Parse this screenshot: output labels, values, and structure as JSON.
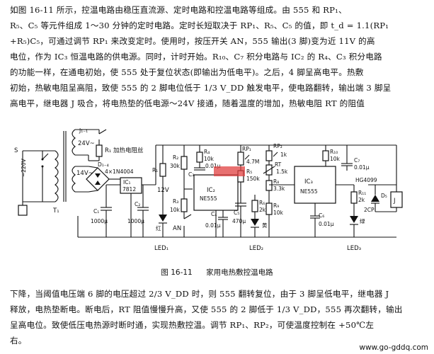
{
  "paragraph_top": [
    "如图 16-11 所示，控温电路由稳压直流源、定时电路和控温电路等组成。由 555 和 RP₁、",
    "R₅、C₅ 等元件组成 1～30 分钟的定时电路。定时长短取决于 RP₁、R₅、C₅ 的值，即 t_d = 1.1(RP₁",
    "+R₅)C₅，可通过调节 RP₁ 来改变定时。使用时，按压开关 AN，555 输出(3 脚)变为近 11V 的高",
    "电位，作为 IC₃ 恒温电路的供电源。同时，计时开始。R₁₀、C₇ 积分电路与 IC₂ 的 R₄、C₃ 积分电路",
    "的功能一样，在通电初始，使 555 处于复位状态(即输出为低电平)。之后，4 脚呈高电平。热敷",
    "初始，热敏电阻呈高阻，致使 555 的 2 脚电位低于 1/3 V_DD 触发电平，使电路翻转，输出端 3 脚呈",
    "高电平，继电器 J 吸合，将电热垫的低电源～24V 接通，随着温度的增加，热敏电阻 RT 的阻值"
  ],
  "caption": {
    "figure_no": "图 16-11",
    "title": "家用电热敷控温电路"
  },
  "paragraph_bottom": [
    "下降，当阈值电压端 6 脚的电压超过 2/3 V_DD 时，则 555 翻转复位，由于 3 脚呈低电平，继电器 J",
    "释放，电热垫断电。断电后，RT 阻值慢慢升高，又使 555 的 2 脚低于 1/3 V_DD，555 再次翻转，输出",
    "呈高电位。致使低压电热源时断时通，实现热敷控温。调节 RP₁、RP₂，可使温度控制在 +50℃左",
    "右。"
  ],
  "watermark": "www.go-gddq.com",
  "schematic": {
    "labels": {
      "mains": "~220V",
      "s": "S",
      "t1": "T₁",
      "j11": "J₁₋₁",
      "v24": "24V~",
      "r1": "R₁",
      "heater": "加热电阻丝",
      "v14": "14V~",
      "d14": "D₁₋₄",
      "d14_part": "4×1N4004",
      "ic1": "IC₁",
      "ic1_part": "7812",
      "c1": "C₁",
      "c1_val": "1000μ",
      "c2": "C₂",
      "c2_val": "1000μ",
      "v12": "12V",
      "r1b": "R₁",
      "r2": "R₂",
      "r2_val": "30k",
      "red": "红",
      "led1": "LED₁",
      "r3": "R₃",
      "r3_val": "10k",
      "an": "AN",
      "r4": "R₄",
      "r4_val": "10k",
      "c3": "C₃",
      "c3_val": "0.01μ",
      "ic2": "IC₂",
      "ic2_part": "NE555",
      "rp1": "RP₁",
      "rp1_val": "4.7M",
      "r5": "R₅",
      "r5_val": "150k",
      "c4": "C₄",
      "c4_val": "0.01μ",
      "c5": "C₅",
      "c5_val": "470μ",
      "r6": "R₆",
      "r6_val": "2k",
      "yellow": "黄",
      "led2": "LED₂",
      "rp2": "RP₂",
      "rp2_val": "1k",
      "rt": "RT",
      "rt_val": "1.5k",
      "r8": "R₈",
      "r8_val": "3.3k",
      "r9": "R₉",
      "r9_val": "10k",
      "c6": "C₆",
      "c6_val": "0.01μ",
      "ic3": "IC₃",
      "ic3_part": "NE555",
      "r10": "R₁₀",
      "r10_val": "10k",
      "c7": "C₇",
      "c7_val": "0.01μ",
      "hg": "HG4099",
      "r11": "R₁₁",
      "r11_val": "2k",
      "q2cp": "2CP",
      "d5": "D₅",
      "j": "J",
      "green": "绿",
      "led3": "LED₃",
      "pin_labels": [
        "4",
        "8",
        "7",
        "6",
        "2",
        "5",
        "1",
        "3",
        "3",
        "7",
        "6",
        "2",
        "4",
        "8",
        "5",
        "1"
      ]
    }
  },
  "footer_url": "www.go-gddq.com"
}
